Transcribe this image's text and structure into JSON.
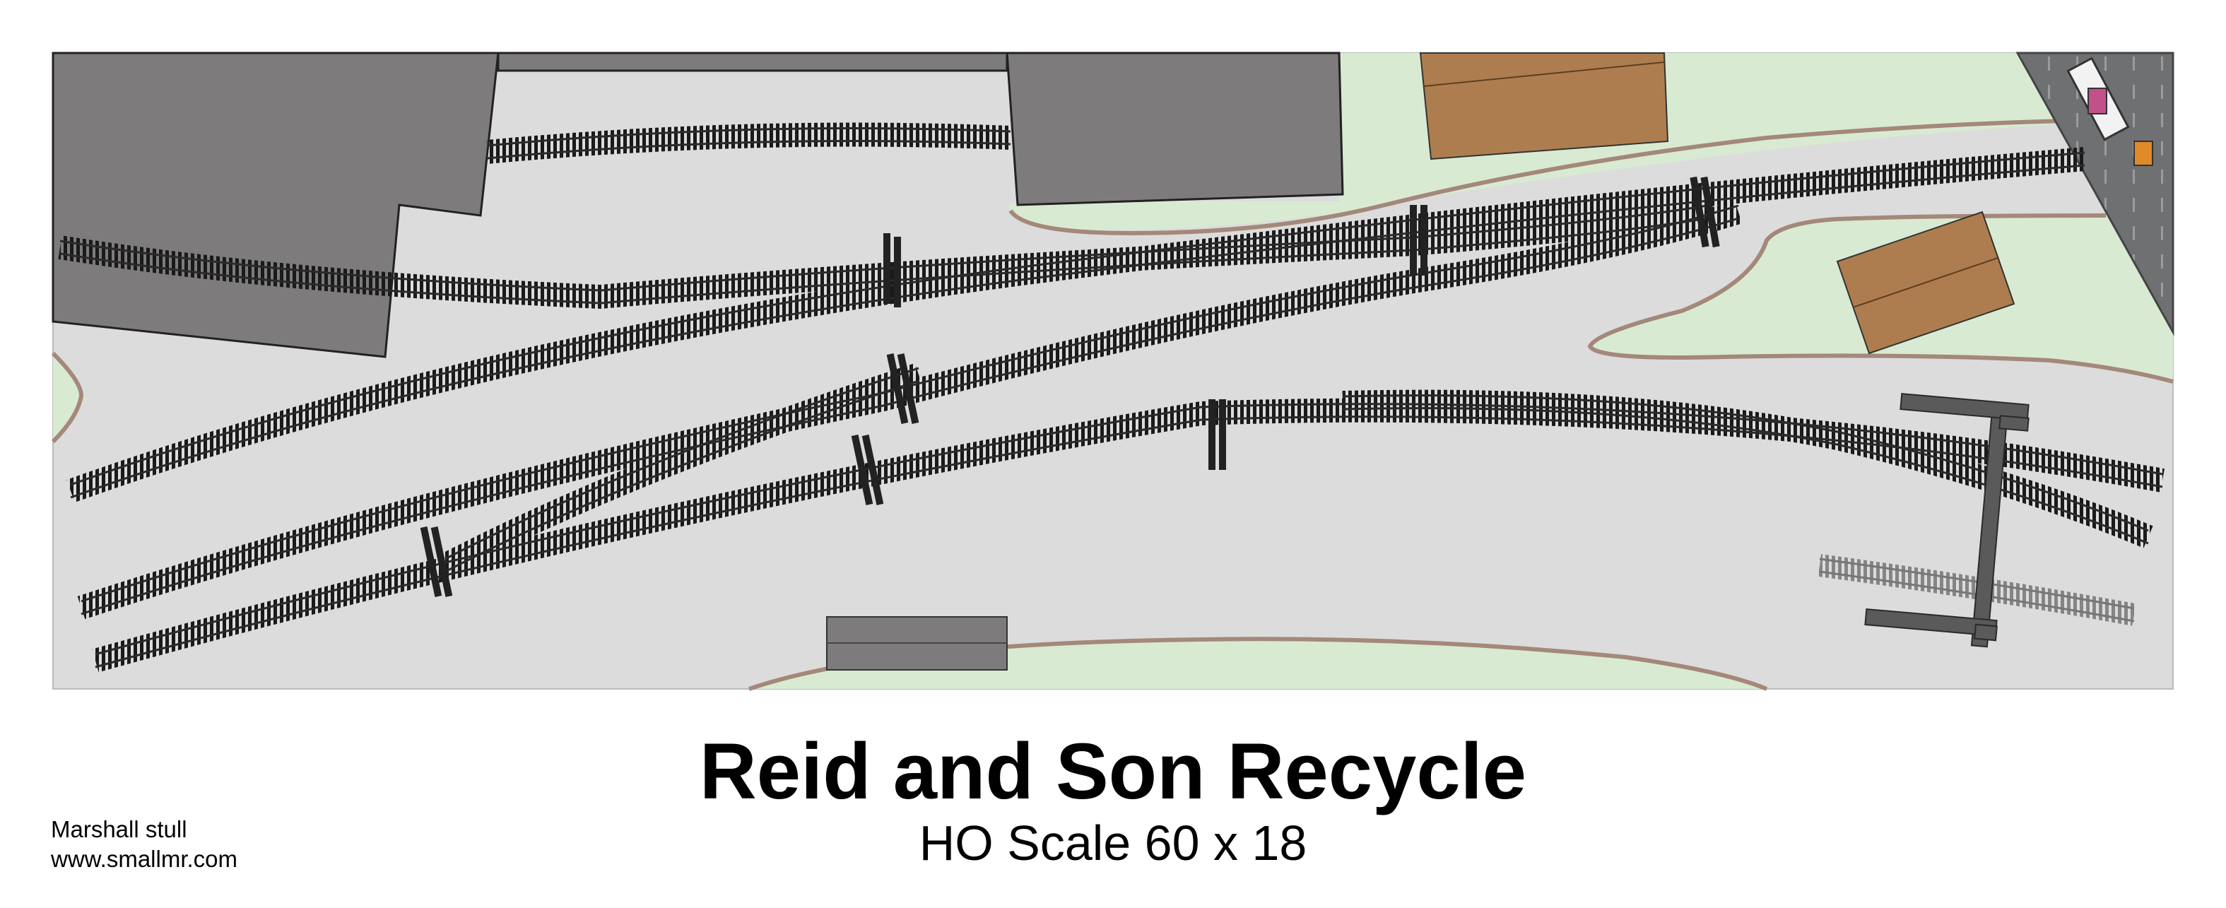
{
  "plan": {
    "title": "Reid and Son Recycle",
    "subtitle": "HO Scale 60 x 18",
    "author": "Marshall stull",
    "website": "www.smallmr.com"
  },
  "colors": {
    "floor": "#dcdcdc",
    "scenery": "#d8ebd2",
    "shoreline": "#a4887a",
    "building_roof": "#7e7b7d",
    "wood_shed": "#ae7d4f",
    "track_tie": "#1a1a1a",
    "spur_track": "#8a8a8a",
    "loading_ramp": "#5a5a5a",
    "highway": "#6f7072"
  }
}
